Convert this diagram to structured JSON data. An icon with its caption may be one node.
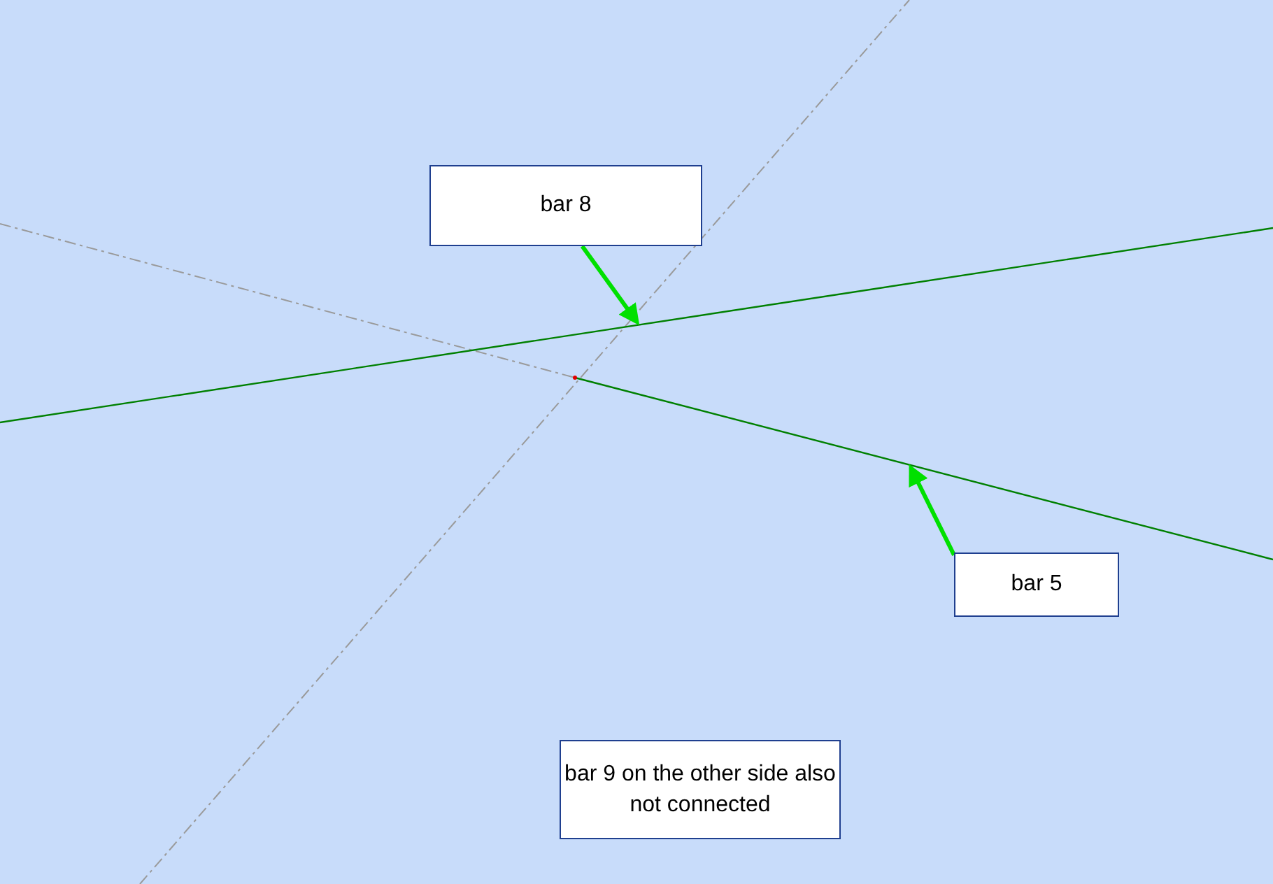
{
  "diagram": {
    "nodes": [
      {
        "text": [
          "bar 8"
        ]
      },
      {
        "text": [],
        "shape": "bar"
      },
      {
        "text": [
          "bar 5"
        ]
      },
      {
        "text": [],
        "shape": "bar"
      },
      {
        "text": [
          "bar 9 on the other side also not connected"
        ]
      }
    ],
    "edges": [
      {
        "from": 0,
        "to": 1,
        "arrow": "to"
      },
      {
        "from": 2,
        "to": 3,
        "arrow": "to"
      }
    ]
  }
}
